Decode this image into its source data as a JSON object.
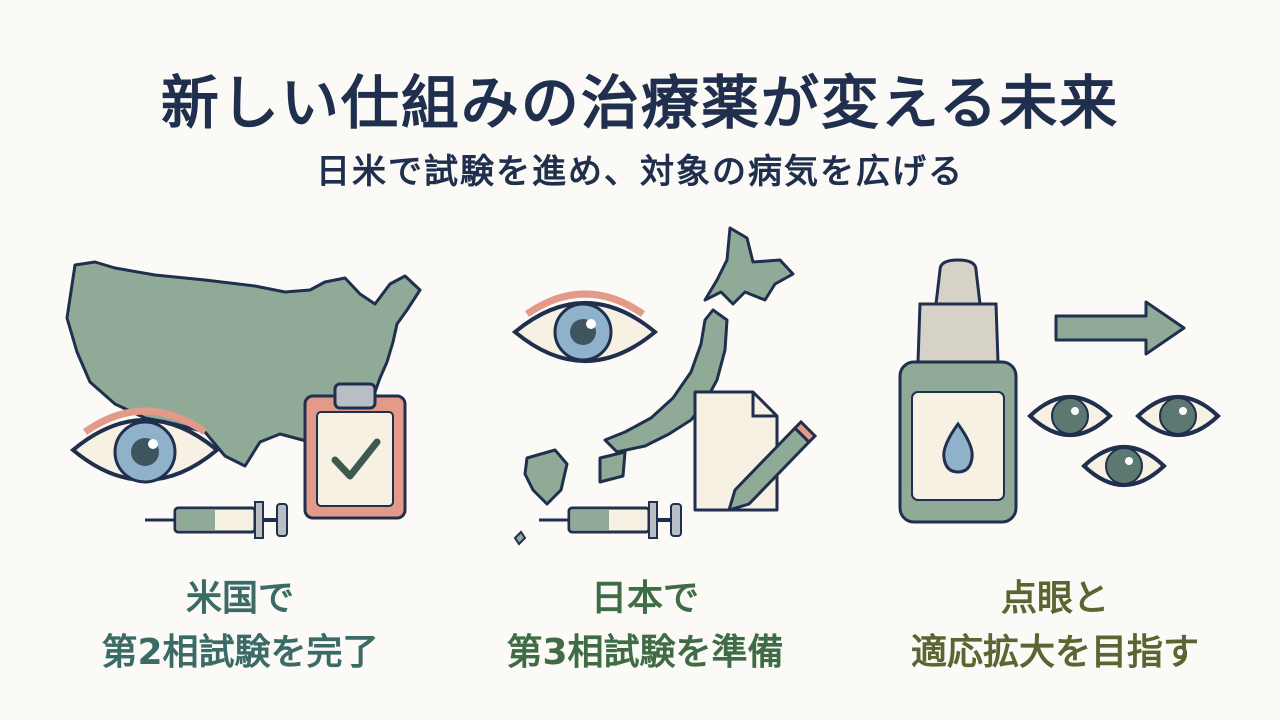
{
  "title": "新しい仕組みの治療薬が変える未来",
  "subtitle": "日米で試験を進め、対象の病気を広げる",
  "steps": [
    {
      "line1": "米国で",
      "line2": "第2相試験を完了"
    },
    {
      "line1": "日本で",
      "line2": "第3相試験を準備"
    },
    {
      "line1": "点眼と",
      "line2": "適応拡大を目指す"
    }
  ],
  "colors": {
    "navy": "#1f2f4d",
    "sage": "#8fab97",
    "eye_blue": "#8fb1c9",
    "salmon": "#e49a88",
    "paper": "#f7f1e4",
    "caption_teal": "#3b6b66",
    "caption_green": "#3f6b45",
    "caption_olive": "#5c6431"
  },
  "icons": [
    "usa-map-icon",
    "eye-icon",
    "clipboard-check-icon",
    "syringe-icon",
    "japan-map-icon",
    "document-pen-icon",
    "eye-drop-bottle-icon",
    "arrow-right-icon",
    "multiple-eyes-icon"
  ]
}
